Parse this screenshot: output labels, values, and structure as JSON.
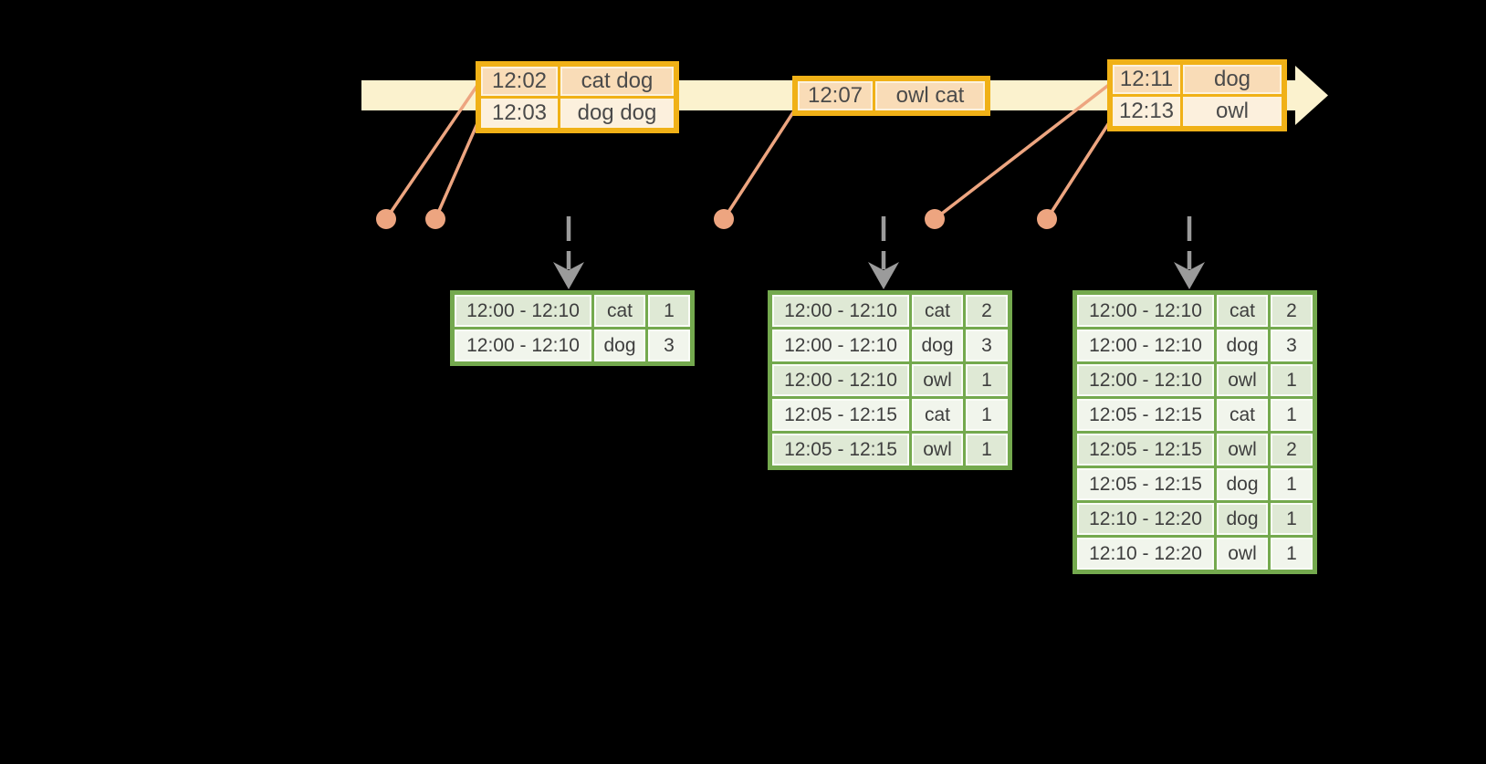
{
  "diagram": {
    "kind": "streaming-windowed-word-count-timeline",
    "background": "#000000"
  },
  "colors": {
    "timeline_band": "#FBF2CE",
    "event_border": "#F0B117",
    "event_fill_dark": "#F9DCB7",
    "event_fill_light": "#FCF0DD",
    "event_fill_single": "#FBE7CB",
    "connector_salmon": "#EDA580",
    "trigger_arrow_gray": "#9B9B9B",
    "table_border_green": "#74A94E",
    "row_fill_dark": "#DFE9D5",
    "row_fill_light": "#F1F5EC",
    "text": "#3E3E3E"
  },
  "timeline": {
    "event_boxes": [
      {
        "rows": [
          {
            "time": "12:02",
            "words": "cat dog"
          },
          {
            "time": "12:03",
            "words": "dog dog"
          }
        ]
      },
      {
        "rows": [
          {
            "time": "12:07",
            "words": "owl cat"
          }
        ]
      },
      {
        "rows": [
          {
            "time": "12:11",
            "words": "dog"
          },
          {
            "time": "12:13",
            "words": "owl"
          }
        ]
      }
    ]
  },
  "result_tables": [
    {
      "rows": [
        {
          "window": "12:00 - 12:10",
          "word": "cat",
          "count": "1"
        },
        {
          "window": "12:00 - 12:10",
          "word": "dog",
          "count": "3"
        }
      ]
    },
    {
      "rows": [
        {
          "window": "12:00 - 12:10",
          "word": "cat",
          "count": "2"
        },
        {
          "window": "12:00 - 12:10",
          "word": "dog",
          "count": "3"
        },
        {
          "window": "12:00 - 12:10",
          "word": "owl",
          "count": "1"
        },
        {
          "window": "12:05 - 12:15",
          "word": "cat",
          "count": "1"
        },
        {
          "window": "12:05 - 12:15",
          "word": "owl",
          "count": "1"
        }
      ]
    },
    {
      "rows": [
        {
          "window": "12:00 - 12:10",
          "word": "cat",
          "count": "2"
        },
        {
          "window": "12:00 - 12:10",
          "word": "dog",
          "count": "3"
        },
        {
          "window": "12:00 - 12:10",
          "word": "owl",
          "count": "1"
        },
        {
          "window": "12:05 - 12:15",
          "word": "cat",
          "count": "1"
        },
        {
          "window": "12:05 - 12:15",
          "word": "owl",
          "count": "2"
        },
        {
          "window": "12:05 - 12:15",
          "word": "dog",
          "count": "1"
        },
        {
          "window": "12:10 - 12:20",
          "word": "dog",
          "count": "1"
        },
        {
          "window": "12:10 - 12:20",
          "word": "owl",
          "count": "1"
        }
      ]
    }
  ]
}
